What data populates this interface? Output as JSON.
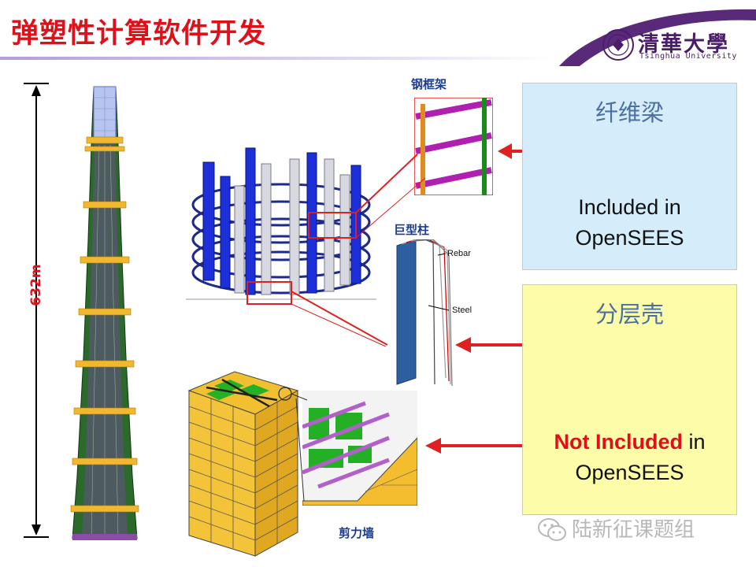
{
  "header": {
    "title": "弹塑性计算软件开发",
    "logo_cn": "清華大學",
    "logo_en": "Tsinghua University",
    "colors": {
      "title": "#e0101a",
      "brand": "#4a1c6a",
      "rule": "#b39ddb"
    }
  },
  "tower": {
    "height_label": "632m"
  },
  "figures": {
    "steel_frame_label": "钢框架",
    "mega_column_label": "巨型柱",
    "shear_wall_label": "剪力墙",
    "rebar_annotation": "Rebar",
    "steel_annotation": "Steel"
  },
  "boxes": {
    "fiber": {
      "title": "纤维梁",
      "line1": "Included in",
      "line2": "OpenSEES",
      "background": "#d5ecfb"
    },
    "shell": {
      "title": "分层壳",
      "highlight": "Not Included",
      "line1_rest": " in",
      "line2": "OpenSEES",
      "background": "#fdfca8"
    }
  },
  "watermark": {
    "text": "陆新征课题组",
    "icon": "wechat-icon"
  }
}
